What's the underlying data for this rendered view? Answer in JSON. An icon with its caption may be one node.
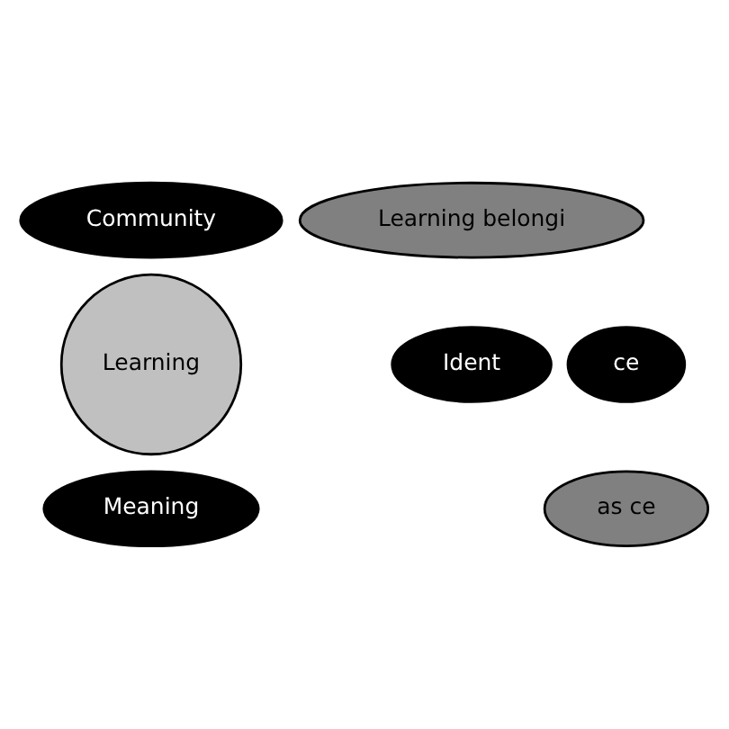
{
  "diagram": {
    "nodes": [
      {
        "text": [
          "Community"
        ]
      },
      {
        "text": [
          "Learning belongi"
        ]
      },
      {
        "text": [
          "ce"
        ]
      },
      {
        "text": [
          "Learning"
        ]
      },
      {
        "text": [
          "Ident"
        ]
      },
      {
        "text": [
          "as ce"
        ]
      },
      {
        "text": [
          "Meaning"
        ]
      }
    ]
  }
}
